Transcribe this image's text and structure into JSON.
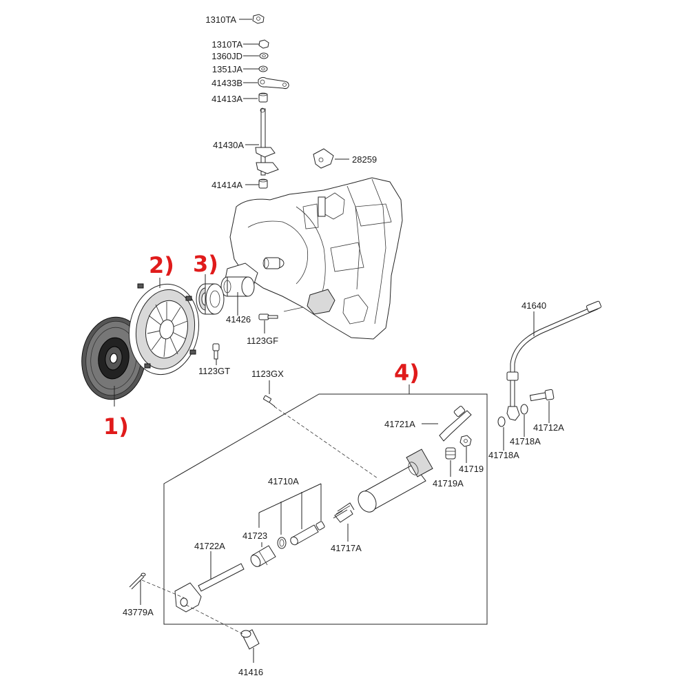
{
  "callouts": {
    "c1": "1)",
    "c2": "2)",
    "c3": "3)",
    "c4": "4)"
  },
  "parts": {
    "p1310TA_a": "1310TA",
    "p1310TA_b": "1310TA",
    "p1360JD": "1360JD",
    "p1351JA": "1351JA",
    "p41433B": "41433B",
    "p41413A": "41413A",
    "p41430A": "41430A",
    "p41414A": "41414A",
    "p28259": "28259",
    "p41426": "41426",
    "p1123GF": "1123GF",
    "p1123GT": "1123GT",
    "p1123GX": "1123GX",
    "p41640": "41640",
    "p41721A": "41721A",
    "p41719": "41719",
    "p41719A": "41719A",
    "p41718A_a": "41718A",
    "p41718A_b": "41718A",
    "p41712A": "41712A",
    "p41710A": "41710A",
    "p41723": "41723",
    "p41717A": "41717A",
    "p41722A": "41722A",
    "p43779A": "43779A",
    "p41416": "41416"
  }
}
